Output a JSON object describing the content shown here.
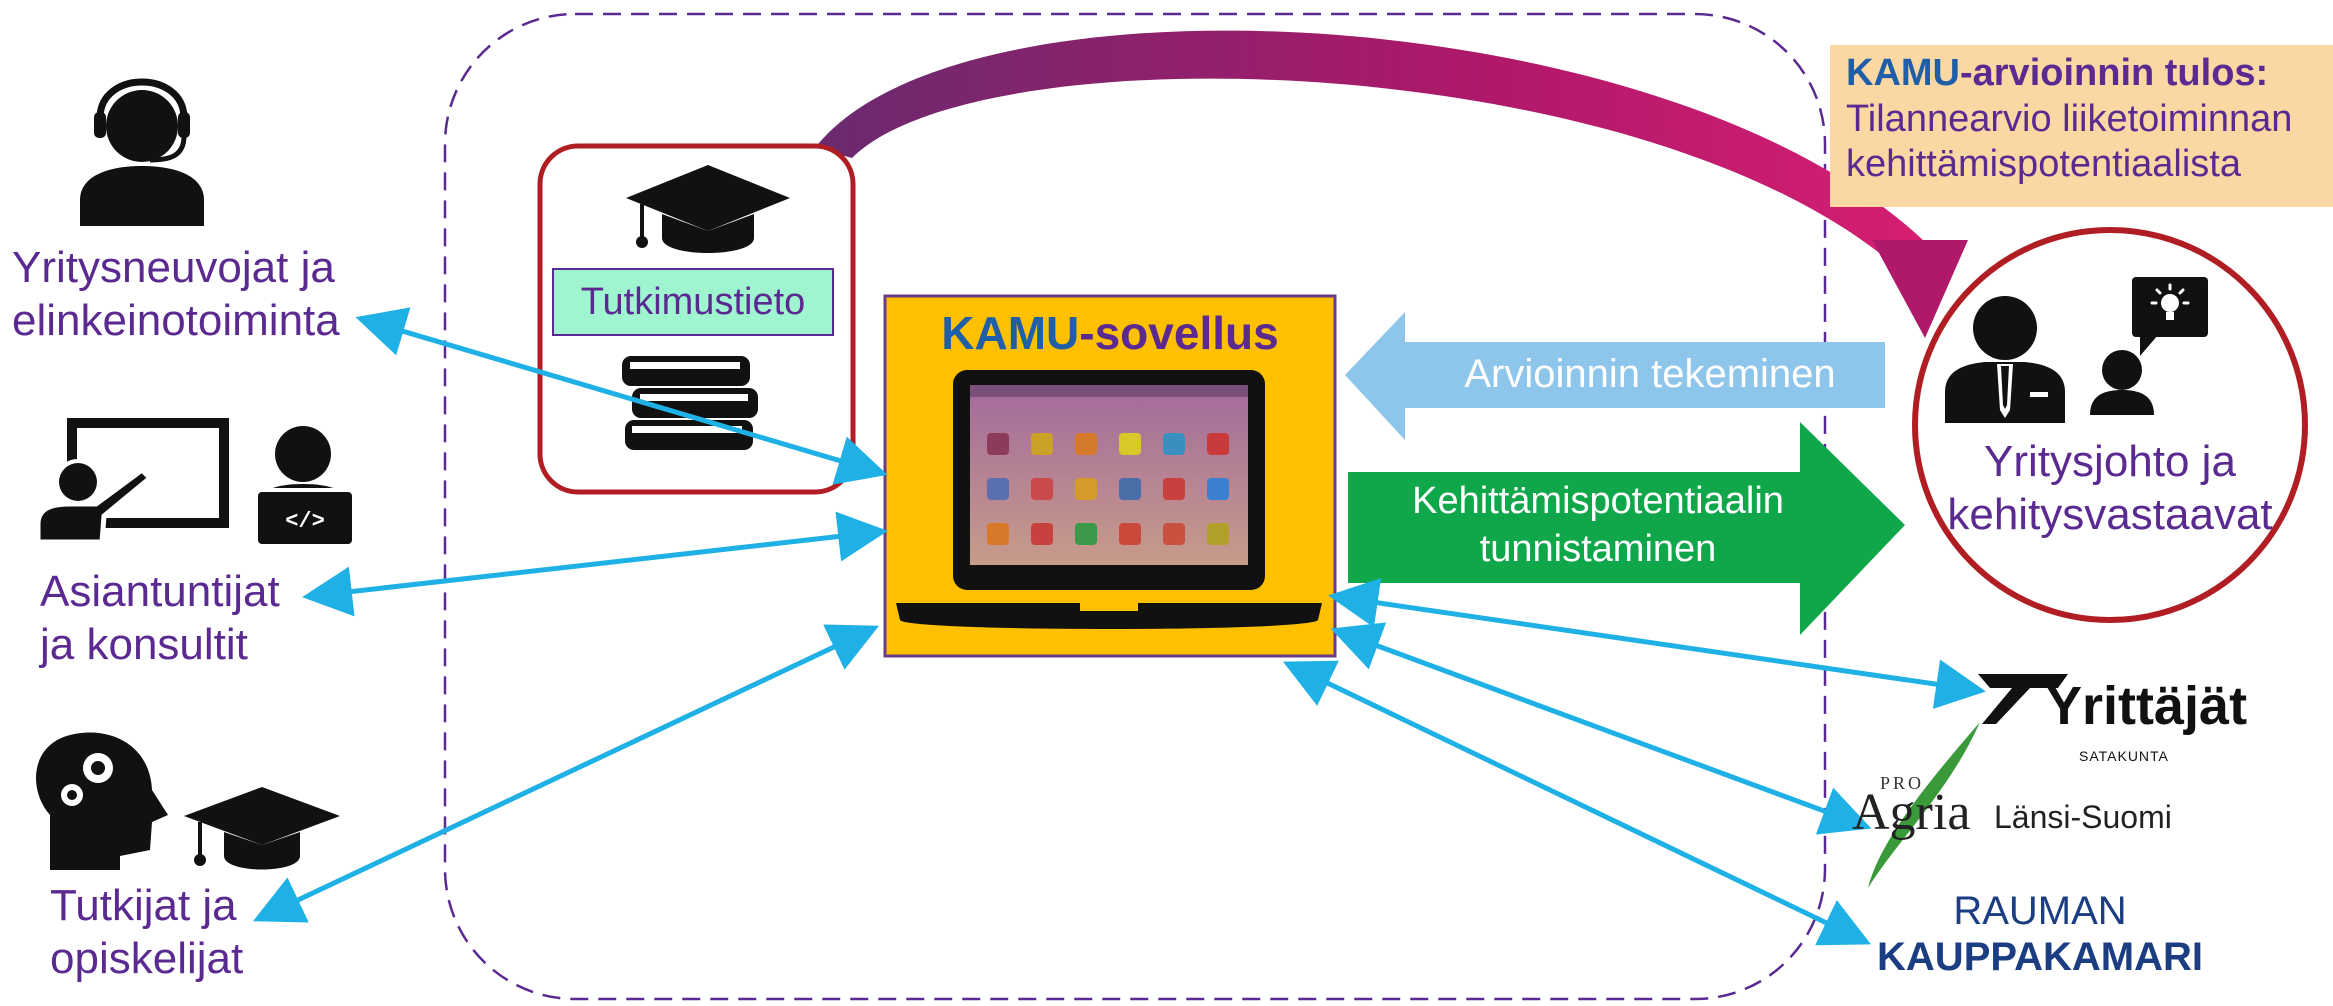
{
  "left_groups": [
    {
      "line1": "Yritysneuvojat ja",
      "line2": "elinkeinotoiminta",
      "icon": "headset-person-icon"
    },
    {
      "line1": "Asiantuntijat",
      "line2": "ja konsultit",
      "icon": "presenter-and-coder-icon"
    },
    {
      "line1": "Tutkijat ja",
      "line2": "opiskelijat",
      "icon": "thinking-head-and-cap-icon"
    }
  ],
  "research_box": {
    "label": "Tutkimustieto",
    "icons": [
      "graduation-cap-icon",
      "books-icon"
    ]
  },
  "app": {
    "name_part1": "KAMU",
    "name_part2": "-sovellus",
    "icon": "laptop-icon"
  },
  "arrow_assessment": {
    "label": "Arvioinnin tekeminen"
  },
  "arrow_potential": {
    "line1": "Kehittämispotentiaalin",
    "line2": "tunnistaminen"
  },
  "result_box": {
    "title_part1": "KAMU",
    "title_part2": "-arvioinnin tulos:",
    "line1": "Tilannearvio liiketoiminnan",
    "line2": "kehittämispotentiaalista"
  },
  "management": {
    "line1": "Yritysjohto ja",
    "line2": "kehitysvastaavat",
    "icons": [
      "businessman-icon",
      "idea-person-icon"
    ]
  },
  "partners": {
    "yrittajat": {
      "name": "Yrittäjät",
      "sub": "SATAKUNTA"
    },
    "proagria": {
      "pro": "PRO",
      "name": "Agria",
      "region": "Länsi-Suomi"
    },
    "kauppakamari": {
      "line1": "RAUMAN",
      "line2": "KAUPPAKAMARI"
    }
  },
  "colors": {
    "purple_text": "#5b2a91",
    "blue_text": "#1f5fa8",
    "app_bg": "#ffc000",
    "research_border": "#b01e23",
    "research_label_bg": "#9ff5d0",
    "arrow_light_blue": "#8ec5ea",
    "arrow_green": "#10a74a",
    "connector_blue": "#1fb0e6",
    "result_bg": "#fbd7a4",
    "curved_arrow": "#a3175a",
    "dashed_frame": "#5b2a91"
  }
}
